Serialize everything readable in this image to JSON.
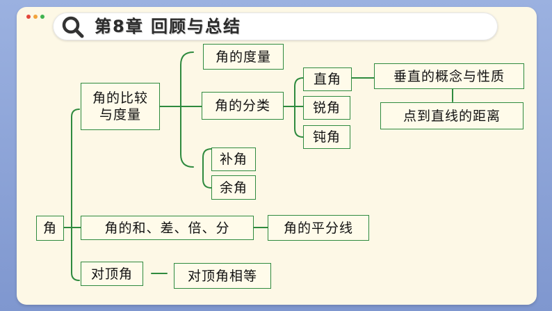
{
  "colors": {
    "accent_line": "#2e8a3e",
    "node_border": "#2e8a3e",
    "dot_red": "#e3463b",
    "dot_orange": "#f2a33a",
    "dot_green": "#3fb34f"
  },
  "header": {
    "title": "第8章  回顾与总结",
    "icon": "search-icon"
  },
  "nodes": {
    "root": "角",
    "compare": "角的比较\n与度量",
    "measure": "角的度量",
    "classify": "角的分类",
    "right_angle": "直角",
    "acute": "锐角",
    "obtuse": "钝角",
    "perpendicular": "垂直的概念与性质",
    "distance": "点到直线的距离",
    "supplementary": "补角",
    "complementary": "余角",
    "sum_diff": "角的和、差、倍、分",
    "bisector": "角的平分线",
    "vertical": "对顶角",
    "vertical_equal": "对顶角相等"
  }
}
